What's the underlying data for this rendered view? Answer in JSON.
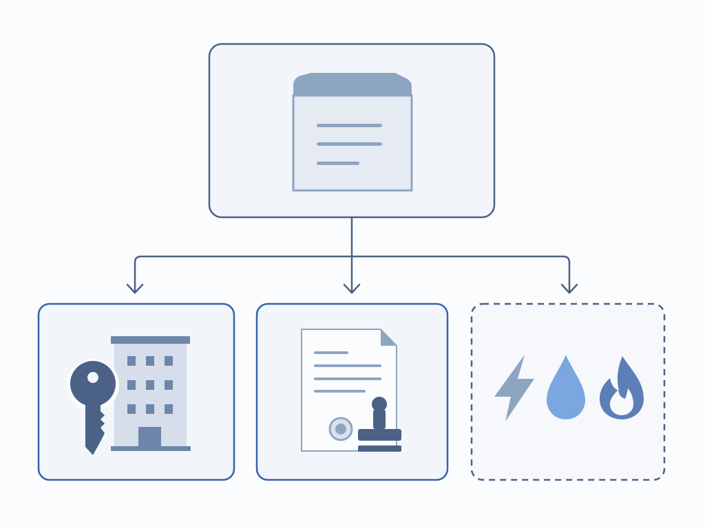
{
  "diagram": {
    "root": {
      "icon": "folder-document-icon"
    },
    "children": [
      {
        "icon": "building-key-icon",
        "style": "solid"
      },
      {
        "icon": "certified-document-stamp-icon",
        "style": "solid"
      },
      {
        "icon": "utilities-icon",
        "style": "dashed",
        "icons": [
          "lightning-icon",
          "water-drop-icon",
          "flame-icon"
        ]
      }
    ],
    "connector": "branching-arrows"
  },
  "colors": {
    "page_background": "#fbfcfd",
    "root_border": "#4a6282",
    "child_border": "#3462b0",
    "dashed_border": "#4a6282",
    "box_fill": "#f2f6fb",
    "connector": "#4a6282",
    "icon_dark": "#4b6286",
    "icon_mid": "#8ea5c2",
    "icon_light": "#e6ebf3",
    "water": "#7ba7e0",
    "flame": "#5d7eb7"
  }
}
